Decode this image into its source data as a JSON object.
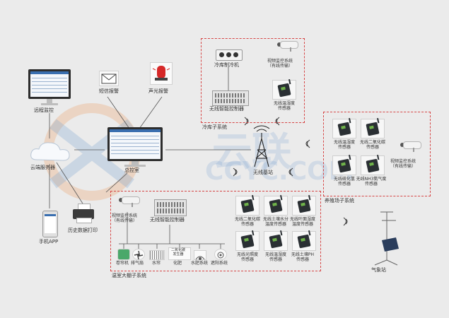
{
  "watermark": {
    "text": "云联",
    "sub": "CCYC.COM"
  },
  "left": {
    "remote_monitor": "远程监控",
    "sms_alarm": "短信报警",
    "sound_light_alarm": "声光报警",
    "cloud_server": "云端服务器",
    "control_room": "总控室",
    "mobile_app": "手机APP",
    "history_print": "历史数据打印"
  },
  "base_station": "无线基站",
  "cold_storage": {
    "title": "冷库子系统",
    "refrigerator": "冷库制冷机",
    "controller": "无线智能控制器",
    "video": "视频监控系统\n（有线传输）",
    "sensor": "无线温湿度\n传感器"
  },
  "breeding": {
    "title": "养殖场子系统",
    "sensors": [
      "无线温湿度\n传感器",
      "无线二氧化碳\n传感器",
      "无线硫化氢\n传感器",
      "无线NH3氨气度\n传感器"
    ],
    "video": "视频监控系统\n（有线传输）"
  },
  "greenhouse": {
    "title": "温室大棚子系统",
    "video": "视频监控系统\n（有线传输）",
    "controller": "无线智能控制器",
    "devices": [
      "卷帘机",
      "排气扇",
      "水帘",
      "化肥",
      "水肥系统",
      "遮阳系统"
    ],
    "device_panel_text": "二氧化碳\n发生器",
    "sensors": [
      "无线二氧化碳\n传感器",
      "无线土壤水分\n温度传感器",
      "无线叶面湿度\n温度传感器",
      "无线光照度\n传感器",
      "无线温湿度\n传感器",
      "无线土壤PH\n传感器"
    ]
  },
  "weather_station": "气象站",
  "colors": {
    "dash": "#d64545",
    "line": "#555555",
    "accent_red": "#cc1f1f"
  }
}
